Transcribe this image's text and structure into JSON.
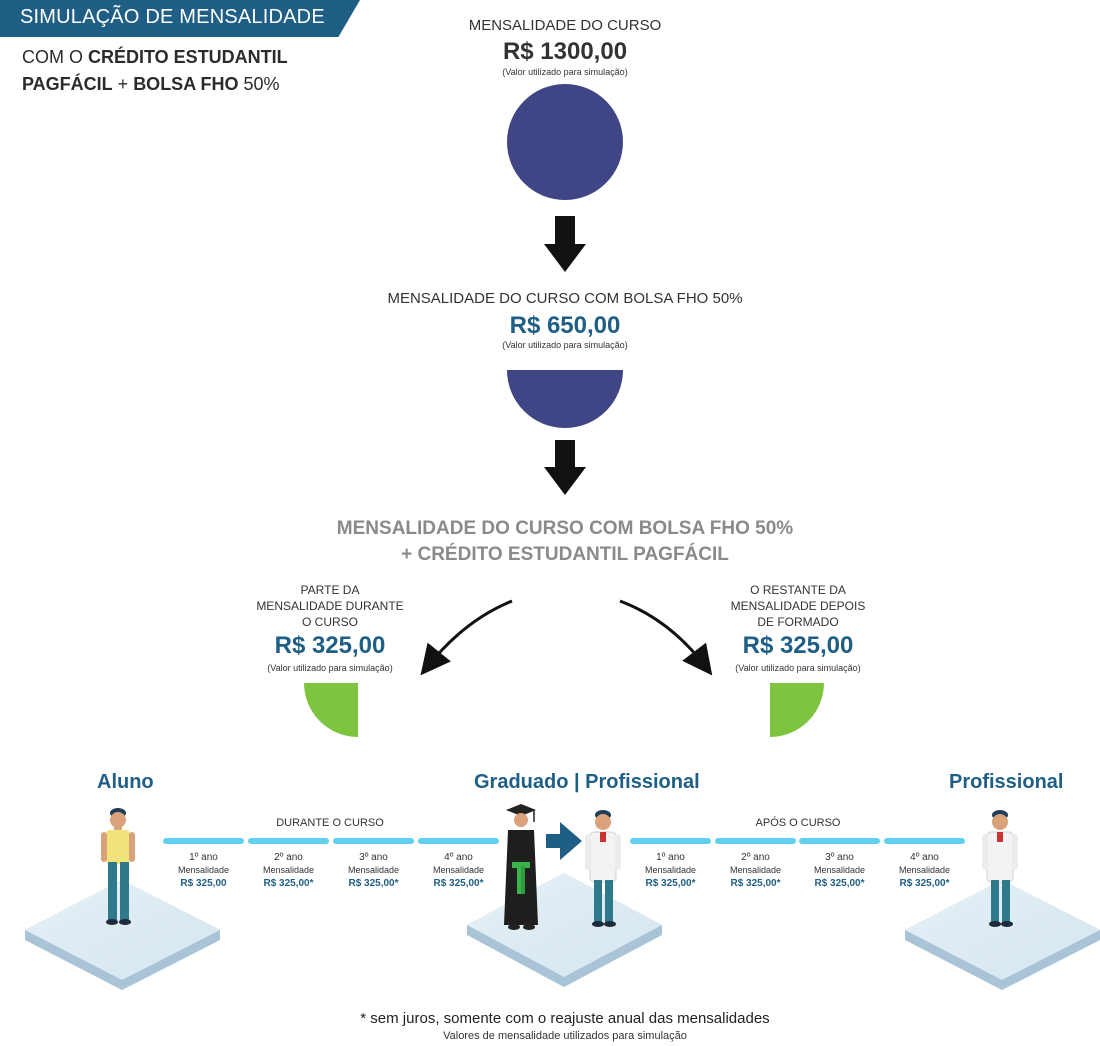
{
  "header": {
    "banner": "SIMULAÇÃO DE MENSALIDADE",
    "sub_prefix": "COM O ",
    "sub_bold1": "CRÉDITO ESTUDANTIL",
    "sub_bold2": "PAGFÁCIL",
    "sub_plus": " + ",
    "sub_bold3": "BOLSA FHO",
    "sub_suffix": " 50%"
  },
  "step1": {
    "caption": "MENSALIDADE DO CURSO",
    "value": "R$ 1300,00",
    "note": "(Valor utilizado para simulação)"
  },
  "step2": {
    "caption": "MENSALIDADE DO CURSO COM BOLSA FHO 50%",
    "value": "R$ 650,00",
    "note": "(Valor utilizado para simulação)"
  },
  "step3": {
    "line1": "MENSALIDADE DO CURSO COM BOLSA FHO 50%",
    "line2": "+ CRÉDITO ESTUDANTIL PAGFÁCIL"
  },
  "split_left": {
    "l1": "PARTE DA",
    "l2": "MENSALIDADE DURANTE",
    "l3": "O CURSO",
    "value": "R$ 325,00",
    "note": "(Valor utilizado para simulação)"
  },
  "split_right": {
    "l1": "O RESTANTE DA",
    "l2": "MENSALIDADE DEPOIS",
    "l3": "DE FORMADO",
    "value": "R$ 325,00",
    "note": "(Valor utilizado para simulação)"
  },
  "personas": {
    "aluno": "Aluno",
    "graduado": "Graduado | Profissional",
    "profissional": "Profissional"
  },
  "timeline": {
    "during_label": "DURANTE O CURSO",
    "after_label": "APÓS O CURSO",
    "during": [
      {
        "year": "1º ano",
        "label": "Mensalidade",
        "amount": "R$ 325,00"
      },
      {
        "year": "2º ano",
        "label": "Mensalidade",
        "amount": "R$ 325,00*"
      },
      {
        "year": "3º ano",
        "label": "Mensalidade",
        "amount": "R$ 325,00*"
      },
      {
        "year": "4º ano",
        "label": "Mensalidade",
        "amount": "R$ 325,00*"
      }
    ],
    "after": [
      {
        "year": "1º ano",
        "label": "Mensalidade",
        "amount": "R$ 325,00*"
      },
      {
        "year": "2º ano",
        "label": "Mensalidade",
        "amount": "R$ 325,00*"
      },
      {
        "year": "3º ano",
        "label": "Mensalidade",
        "amount": "R$ 325,00*"
      },
      {
        "year": "4º ano",
        "label": "Mensalidade",
        "amount": "R$ 325,00*"
      }
    ]
  },
  "footer": {
    "line1": "* sem juros, somente com o reajuste anual das mensalidades",
    "line2": "Valores de mensalidade utilizados para simulação"
  },
  "colors": {
    "brand_blue": "#1f5f86",
    "circle_navy": "#3f4585",
    "green": "#7dc53f",
    "timeline_cyan": "#5fd0ee",
    "gray_text": "#8a8a8a",
    "platform": "#c9dce8"
  }
}
